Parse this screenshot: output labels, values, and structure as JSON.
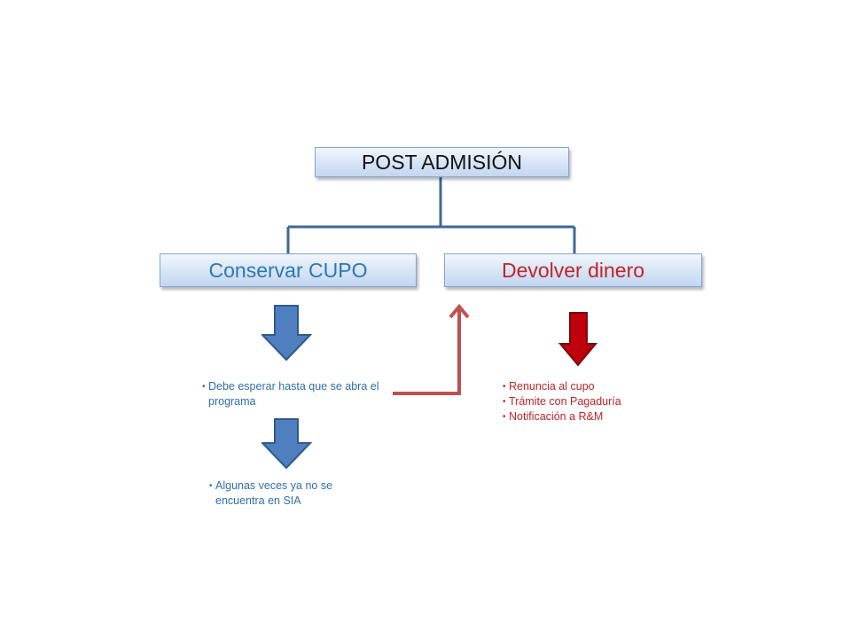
{
  "diagram": {
    "root": "POST  ADMISIÓN",
    "left": {
      "title": "Conservar CUPO",
      "step1": [
        "Debe esperar hasta que se abra el programa"
      ],
      "step2": [
        "Algunas veces ya no se encuentra en SIA"
      ]
    },
    "right": {
      "title": "Devolver dinero",
      "items": [
        "Renuncia al cupo",
        "Trámite con Pagaduría",
        "Notificación a R&M"
      ]
    },
    "colors": {
      "connector": "#3f6897",
      "blue_arrow": "#4f7fbf",
      "red_arrow": "#c0000c",
      "return_arrow": "#c0504d",
      "left_text": "#2a77bb",
      "right_text": "#c0252a"
    },
    "icons": [
      "arrow-down-icon",
      "arrow-down-icon",
      "arrow-down-icon",
      "elbow-arrow-up-icon"
    ]
  }
}
